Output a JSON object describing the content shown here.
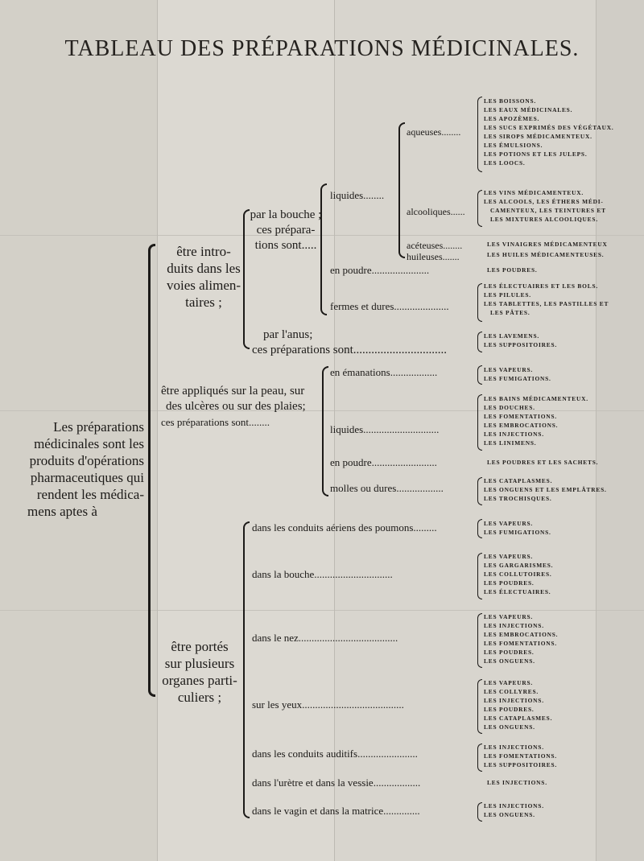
{
  "title": "TABLEAU DES PRÉPARATIONS MÉDICINALES.",
  "root": {
    "text_lines": [
      "Les préparations",
      "médicinales sont les",
      "produits d'opérations",
      "pharmaceutiques qui",
      "rendent les médica-",
      "mens aptes à"
    ]
  },
  "branch1": {
    "label_lines": [
      "être intro-",
      "duits dans les",
      "voies alimen-",
      "taires ;"
    ],
    "bouche": {
      "label_lines": [
        "par la bouche ;",
        "ces prépara-",
        "tions sont....."
      ],
      "liquides": {
        "label": "liquides........",
        "aqueuses": {
          "label": "aqueuses........",
          "items": [
            "LES BOISSONS.",
            "LES EAUX MÉDICINALES.",
            "LES APOZÈMES.",
            "LES SUCS EXPRIMÉS DES VÉGÉTAUX.",
            "LES SIROPS MÉDICAMENTEUX.",
            "LES ÉMULSIONS.",
            "LES POTIONS ET LES JULEPS.",
            "LES LOOCS."
          ]
        },
        "alcooliques": {
          "label": "alcooliques......",
          "items": [
            "LES VINS MÉDICAMENTEUX.",
            "LES ALCOOLS, LES ÉTHERS MÉDI-",
            "CAMENTEUX, LES TEINTURES ET",
            "LES MIXTURES ALCOOLIQUES."
          ]
        },
        "aceteuses": {
          "label": "acéteuses........",
          "item": "LES VINAIGRES MÉDICAMENTEUX"
        },
        "huileuses": {
          "label": "huileuses.......",
          "item": "LES HUILES MÉDICAMENTEUSES."
        }
      },
      "en_poudre": {
        "label": "en poudre......................",
        "item": "LES POUDRES."
      },
      "fermes": {
        "label": "fermes et dures.....................",
        "items": [
          "LES ÉLECTUAIRES ET LES BOLS.",
          "LES PILULES.",
          "LES TABLETTES, LES PASTILLES ET",
          "LES PÂTES."
        ]
      }
    },
    "anus": {
      "label_lines": [
        "par l'anus;",
        "ces préparations sont..............................."
      ],
      "items": [
        "LES LAVEMENS.",
        "LES SUPPOSITOIRES."
      ]
    }
  },
  "branch2": {
    "label_lines": [
      "être appliqués sur la peau, sur",
      "des ulcères ou sur des plaies;",
      "ces préparations sont........"
    ],
    "emanations": {
      "label": "en émanations..................",
      "items": [
        "LES VAPEURS.",
        "LES FUMIGATIONS."
      ]
    },
    "liquides": {
      "label": "liquides.............................",
      "items": [
        "LES BAINS MÉDICAMENTEUX.",
        "LES DOUCHES.",
        "LES FOMENTATIONS.",
        "LES EMBROCATIONS.",
        "LES INJECTIONS.",
        "LES LINIMENS."
      ]
    },
    "en_poudre": {
      "label": "en poudre.........................",
      "item": "LES POUDRES ET LES SACHETS."
    },
    "molles": {
      "label": "molles ou dures..................",
      "items": [
        "LES CATAPLASMES.",
        "LES ONGUENS ET LES EMPLÂTRES.",
        "LES TROCHISQUES."
      ]
    }
  },
  "branch3": {
    "label_lines": [
      "être portés",
      "sur plusieurs",
      "organes parti-",
      "culiers ;"
    ],
    "poumons": {
      "label": "dans les conduits aériens des poumons.........",
      "items": [
        "LES VAPEURS.",
        "LES FUMIGATIONS."
      ]
    },
    "bouche": {
      "label": "dans la bouche..............................",
      "items": [
        "LES VAPEURS.",
        "LES GARGARISMES.",
        "LES COLLUTOIRES.",
        "LES POUDRES.",
        "LES ÉLECTUAIRES."
      ]
    },
    "nez": {
      "label": "dans le nez......................................",
      "items": [
        "LES VAPEURS.",
        "LES INJECTIONS.",
        "LES EMBROCATIONS.",
        "LES FOMENTATIONS.",
        "LES POUDRES.",
        "LES ONGUENS."
      ]
    },
    "yeux": {
      "label": "sur les yeux.......................................",
      "items": [
        "LES VAPEURS.",
        "LES COLLYRES.",
        "LES INJECTIONS.",
        "LES POUDRES.",
        "LES CATAPLASMES.",
        "LES ONGUENS."
      ]
    },
    "auditifs": {
      "label": "dans les conduits auditifs.......................",
      "items": [
        "LES INJECTIONS.",
        "LES FOMENTATIONS.",
        "LES SUPPOSITOIRES."
      ]
    },
    "uretre": {
      "label": "dans l'urètre et dans la vessie..................",
      "item": "LES INJECTIONS."
    },
    "vagin": {
      "label": "dans le vagin et dans la matrice..............",
      "items": [
        "LES INJECTIONS.",
        "LES ONGUENS."
      ]
    }
  }
}
